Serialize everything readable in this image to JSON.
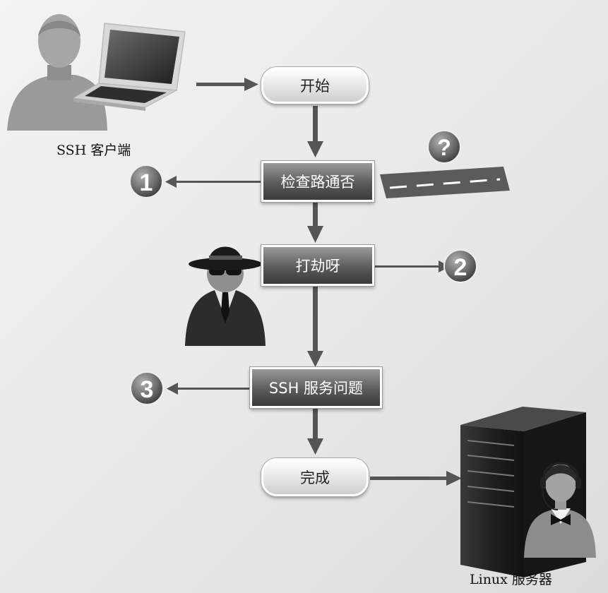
{
  "nodes": {
    "start": "开始",
    "check_road": "检查路通否",
    "robbery": "打劫呀",
    "ssh_issue": "SSH 服务问题",
    "done": "完成"
  },
  "labels": {
    "client": "SSH 客户端",
    "server": "Linux 服务器"
  },
  "badges": {
    "one": "1",
    "two": "2",
    "three": "3",
    "question": "?"
  },
  "colors": {
    "arrow": "#555555",
    "badge": "#6f6f6f"
  }
}
